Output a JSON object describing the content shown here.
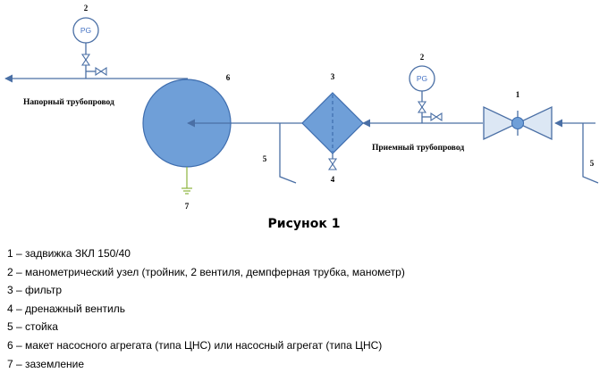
{
  "diagram": {
    "labels": {
      "n1": "1",
      "n2_left": "2",
      "n2_right": "2",
      "n3": "3",
      "n4": "4",
      "n5_left": "5",
      "n5_right": "5",
      "n6": "6",
      "n7": "7"
    },
    "gauge_text": "PG",
    "discharge_pipe": "Напорный трубопровод",
    "suction_pipe": "Приемный трубопровод",
    "colors": {
      "pump_fill": "#6F9FD8",
      "pump_stroke": "#3E6DAE",
      "line": "#4A6FA5",
      "ground": "#8DB53C"
    }
  },
  "figure_title": "Рисунок 1",
  "legend": [
    "1 – задвижка ЗКЛ 150/40",
    "2 – манометрический узел (тройник, 2 вентиля, демпферная трубка, манометр)",
    "3 – фильтр",
    "4 – дренажный вентиль",
    "5 – стойка",
    "6 – макет насосного агрегата (типа ЦНС) или насосный агрегат (типа ЦНС)",
    "7 – заземление"
  ]
}
